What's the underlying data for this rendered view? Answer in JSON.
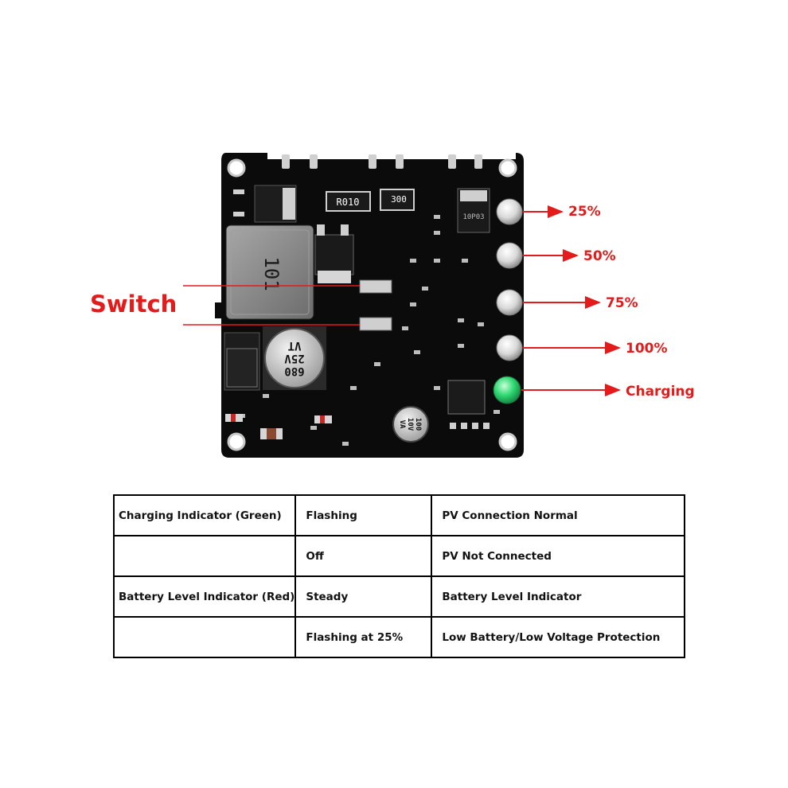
{
  "annotations": {
    "switch_label": "Switch",
    "led_labels": [
      "25%",
      "50%",
      "75%",
      "100%",
      "Charging"
    ],
    "label_color": "#e31b1b"
  },
  "board": {
    "silkscreen": {
      "resistor_top": "R010",
      "resistor_side": "300",
      "inductor": "101",
      "cap_large": [
        "680",
        "25V",
        "VT"
      ],
      "cap_small": [
        "100",
        "10V",
        "VA"
      ],
      "regulator": "10P03"
    },
    "colors": {
      "pcb": "#0b0b0b",
      "led_clear": "#e6e6e6",
      "led_green": "#27d66c",
      "inductor": "#8a8a8a"
    }
  },
  "table": {
    "rows": [
      [
        "Charging Indicator (Green)",
        "Flashing",
        "PV Connection Normal"
      ],
      [
        "",
        "Off",
        "PV Not Connected"
      ],
      [
        "Battery Level Indicator (Red)",
        "Steady",
        "Battery Level Indicator"
      ],
      [
        "",
        "Flashing at 25%",
        "Low Battery/Low Voltage Protection"
      ]
    ]
  }
}
